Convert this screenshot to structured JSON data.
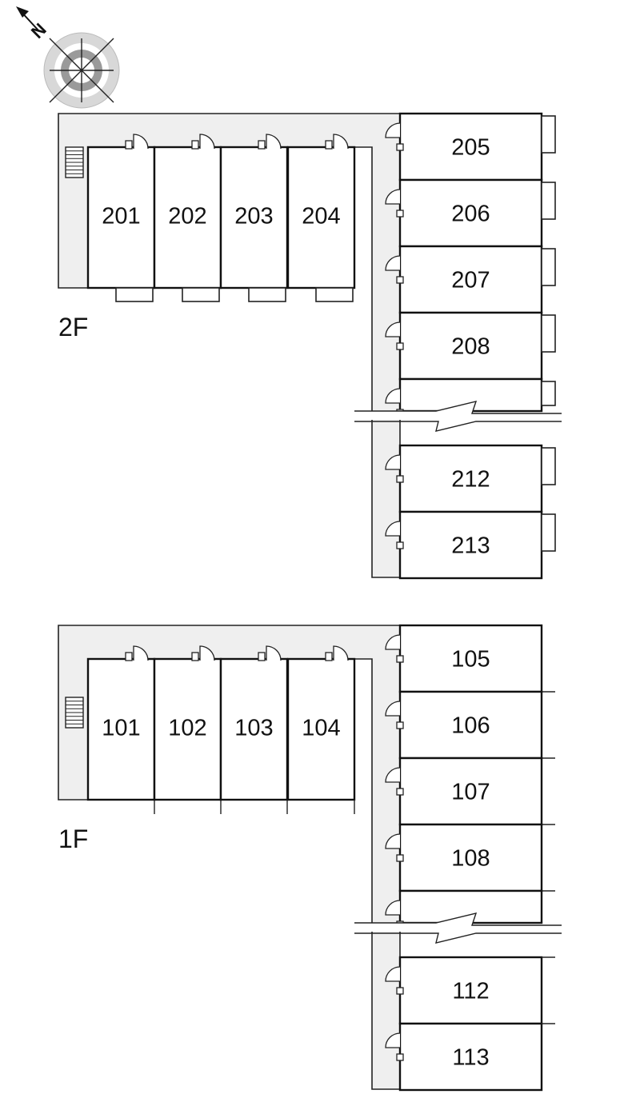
{
  "compass": {
    "letter": "N",
    "icon": "north-arrow-compass-icon"
  },
  "floors": [
    {
      "label": "2F",
      "row_rooms": [
        "201",
        "202",
        "203",
        "204"
      ],
      "column_rooms_top": [
        "205",
        "206",
        "207",
        "208"
      ],
      "column_rooms_bottom": [
        "212",
        "213"
      ]
    },
    {
      "label": "1F",
      "row_rooms": [
        "101",
        "102",
        "103",
        "104"
      ],
      "column_rooms_top": [
        "105",
        "106",
        "107",
        "108"
      ],
      "column_rooms_bottom": [
        "112",
        "113"
      ]
    }
  ],
  "icons": [
    "door-swing-icon",
    "stairs-icon",
    "balcony-icon",
    "break-line-icon"
  ]
}
